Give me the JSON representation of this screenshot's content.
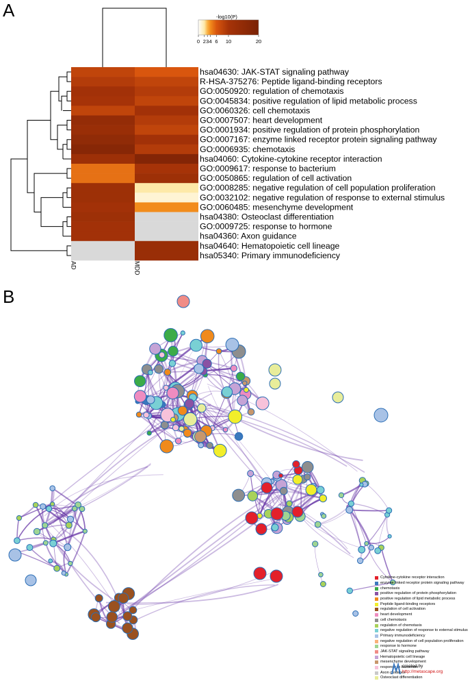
{
  "panel_a_label": "A",
  "panel_b_label": "B",
  "chart_data": [
    {
      "type": "heatmap",
      "title": "",
      "columns": [
        "AD",
        "MDD"
      ],
      "rows": [
        "hsa04630: JAK-STAT signaling pathway",
        "R-HSA-375276: Peptide ligand-binding receptors",
        "GO:0050920: regulation of chemotaxis",
        "GO:0045834: positive regulation of lipid metabolic process",
        "GO:0060326: cell chemotaxis",
        "GO:0007507: heart development",
        "GO:0001934: positive regulation of protein phosphorylation",
        "GO:0007167: enzyme linked receptor protein signaling pathway",
        "GO:0006935: chemotaxis",
        "hsa04060: Cytokine-cytokine receptor interaction",
        "GO:0009617: response to bacterium",
        "GO:0050865: regulation of cell activation",
        "GO:0008285: negative regulation of cell population proliferation",
        "GO:0032102: negative regulation of response to external stimulus",
        "GO:0060485: mesenchyme development",
        "hsa04380: Osteoclast differentiation",
        "GO:0009725: response to hormone",
        "hsa04360: Axon guidance",
        "hsa04640: Hematopoietic cell lineage",
        "hsa05340: Primary immunodeficiency"
      ],
      "values": [
        [
          8,
          6
        ],
        [
          9,
          8
        ],
        [
          11,
          9
        ],
        [
          10,
          8
        ],
        [
          8,
          11
        ],
        [
          14,
          9
        ],
        [
          13,
          8
        ],
        [
          15,
          11
        ],
        [
          17,
          9
        ],
        [
          12,
          18
        ],
        [
          5,
          10
        ],
        [
          5,
          12
        ],
        [
          12,
          2
        ],
        [
          12,
          1
        ],
        [
          11,
          4
        ],
        [
          12,
          null
        ],
        [
          11,
          null
        ],
        [
          11,
          null
        ],
        [
          null,
          13
        ],
        [
          null,
          13
        ]
      ],
      "missing_color": "#d9d9d9",
      "colorbar": {
        "title": "-log10(P)",
        "ticks": [
          "0",
          "2",
          "3",
          "4",
          "6",
          "10",
          "20"
        ],
        "tick_values": [
          0,
          2,
          3,
          4,
          6,
          10,
          20
        ],
        "range": [
          0,
          20
        ],
        "colors": [
          "#ffffff",
          "#fde9a8",
          "#fbb447",
          "#f28c1c",
          "#d9560e",
          "#a63308",
          "#7a2205"
        ]
      }
    }
  ],
  "network": {
    "edge_color": "#6a3aa8",
    "node_outline": "#2a6db5",
    "legend": [
      {
        "label": "Cytokine-cytokine receptor interaction",
        "color": "#e3202a"
      },
      {
        "label": "enzyme linked receptor protein signaling pathway",
        "color": "#3b78be"
      },
      {
        "label": "chemotaxis",
        "color": "#3cab48"
      },
      {
        "label": "positive regulation of protein phosphorylation",
        "color": "#8a52a3"
      },
      {
        "label": "positive regulation of lipid metabolic process",
        "color": "#f08a1c"
      },
      {
        "label": "Peptide ligand-binding receptors",
        "color": "#f2ee2a"
      },
      {
        "label": "regulation of cell activation",
        "color": "#9a5120"
      },
      {
        "label": "heart development",
        "color": "#ee8cc0"
      },
      {
        "label": "cell chemotaxis",
        "color": "#8e8e8e"
      },
      {
        "label": "regulation of chemotaxis",
        "color": "#a9d25a"
      },
      {
        "label": "negative regulation of response to external stimulus",
        "color": "#79d0d4"
      },
      {
        "label": "Primary immunodeficiency",
        "color": "#a8c2e6"
      },
      {
        "label": "negative regulation of cell population proliferation",
        "color": "#f9b27a"
      },
      {
        "label": "response to hormone",
        "color": "#9fd593"
      },
      {
        "label": "JAK-STAT signaling pathway",
        "color": "#f08c86"
      },
      {
        "label": "Hematopoietic cell lineage",
        "color": "#c5a3d6"
      },
      {
        "label": "mesenchyme development",
        "color": "#c8976c"
      },
      {
        "label": "response to bacterium",
        "color": "#f7c2da"
      },
      {
        "label": "Axon guidance",
        "color": "#c9c9c9"
      },
      {
        "label": "Osteoclast differentiation",
        "color": "#e8ed9a"
      }
    ],
    "credit_line1": "created by",
    "credit_line2": "http://metascape.org"
  }
}
